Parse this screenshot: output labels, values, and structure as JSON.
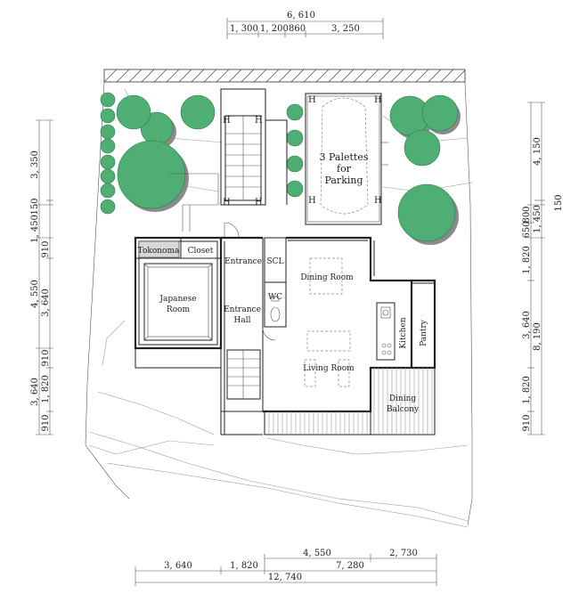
{
  "top_dims": {
    "total": "6, 610",
    "parts": [
      "1, 300",
      "1, 200",
      "860",
      "3, 250"
    ]
  },
  "bottom_dims": {
    "row1": [
      "4, 550",
      "2, 730"
    ],
    "row2": [
      "3, 640",
      "1, 820",
      "7, 280"
    ],
    "total": "12, 740"
  },
  "left_dims": [
    "3, 350",
    "150",
    "1, 450",
    "910",
    "4, 550",
    "3, 640",
    "910",
    "3, 640",
    "1, 820",
    "910"
  ],
  "right_dims": [
    "4, 150",
    "150",
    "1, 450",
    "650",
    "800",
    "1, 820",
    "3, 640",
    "8, 190",
    "1, 820",
    "910"
  ],
  "rooms": {
    "tokonoma": "Tokonoma",
    "closet": "Closet",
    "entrance": "Entrance",
    "scl": "SCL",
    "japanese_1": "Japanese",
    "japanese_2": "Room",
    "wc": "WC",
    "entrance_hall_1": "Entrance",
    "entrance_hall_2": "Hall",
    "dining_room": "Dining Room",
    "kitchen": "Kitchen",
    "pantry": "Pantry",
    "living_room": "Living Room",
    "dining_balcony_1": "Dining",
    "dining_balcony_2": "Balcony",
    "parking_1": "3 Palettes",
    "parking_2": "for",
    "parking_3": "Parking"
  }
}
